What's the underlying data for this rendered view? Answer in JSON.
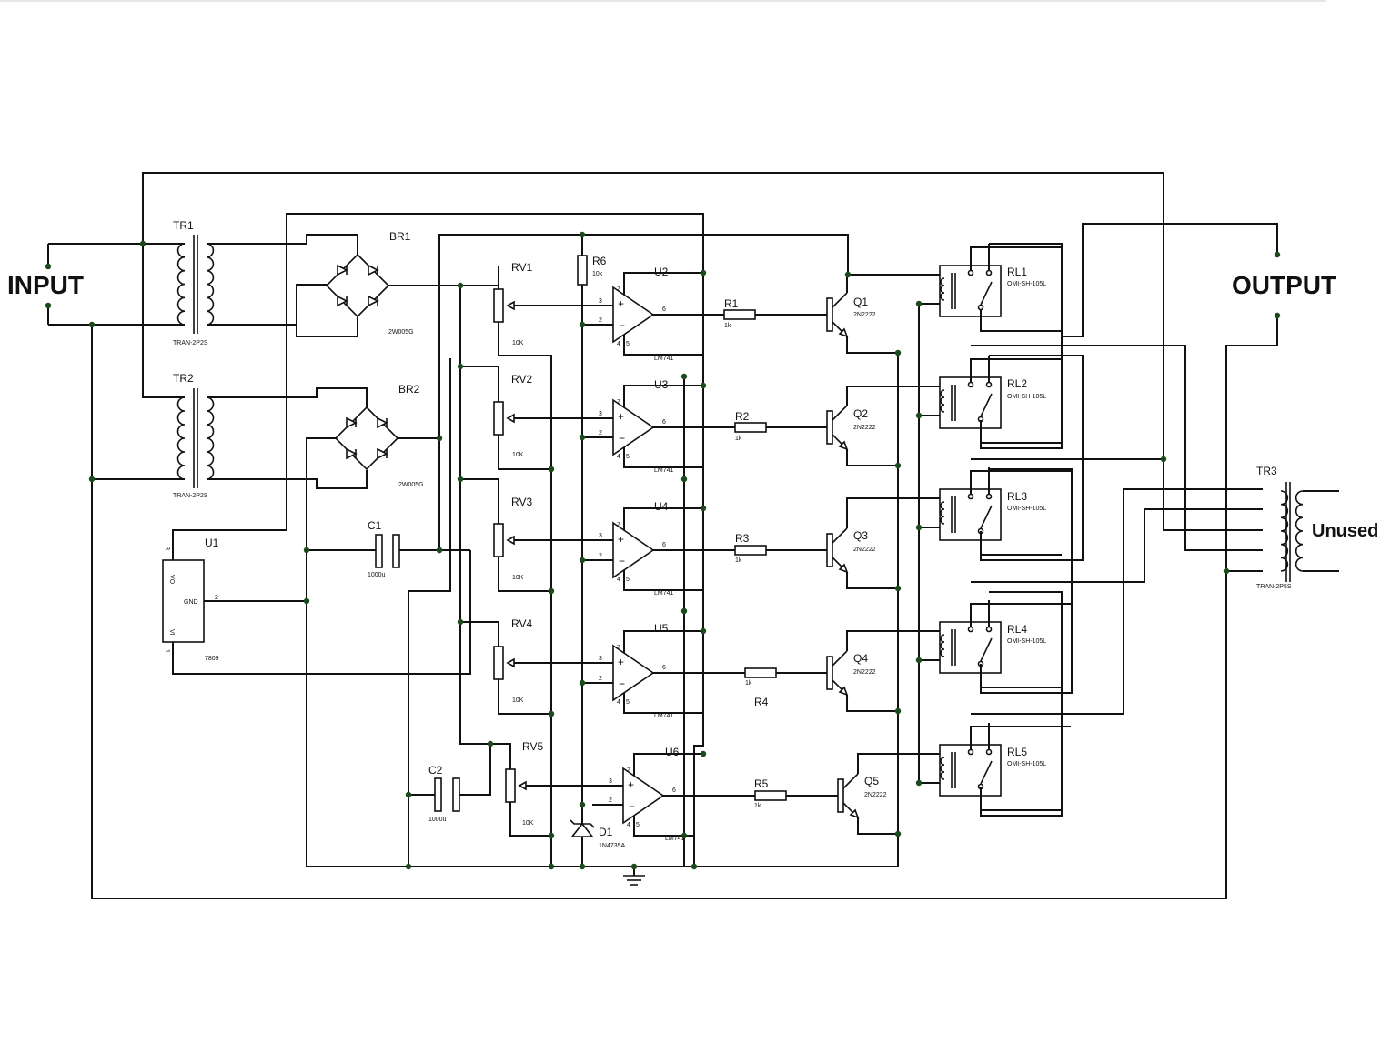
{
  "labels": {
    "input": "INPUT",
    "output": "OUTPUT",
    "unused": "Unused"
  },
  "transformers": [
    {
      "ref": "TR1",
      "value": "TRAN-2P2S"
    },
    {
      "ref": "TR2",
      "value": "TRAN-2P2S"
    },
    {
      "ref": "TR3",
      "value": "TRAN-2P5S"
    }
  ],
  "bridges": [
    {
      "ref": "BR1",
      "value": "2W005G"
    },
    {
      "ref": "BR2",
      "value": "2W005G"
    }
  ],
  "regulator": {
    "ref": "U1",
    "value": "7809",
    "pin_vo": "VO",
    "pin_gnd": "GND",
    "pin_vi": "VI",
    "pin3": "3",
    "pin2": "2",
    "pin1": "1"
  },
  "capacitors": [
    {
      "ref": "C1",
      "value": "1000u"
    },
    {
      "ref": "C2",
      "value": "1000u"
    }
  ],
  "potentiometers": [
    {
      "ref": "RV1",
      "value": "10K"
    },
    {
      "ref": "RV2",
      "value": "10K"
    },
    {
      "ref": "RV3",
      "value": "10K"
    },
    {
      "ref": "RV4",
      "value": "10K"
    },
    {
      "ref": "RV5",
      "value": "10K"
    }
  ],
  "r6": {
    "ref": "R6",
    "value": "10k"
  },
  "zener": {
    "ref": "D1",
    "value": "1N4735A"
  },
  "opamps": [
    {
      "ref": "U2",
      "value": "LM741"
    },
    {
      "ref": "U3",
      "value": "LM741"
    },
    {
      "ref": "U4",
      "value": "LM741"
    },
    {
      "ref": "U5",
      "value": "LM741"
    },
    {
      "ref": "U6",
      "value": "LM741"
    }
  ],
  "opamp_pins": {
    "p3": "3",
    "p2": "2",
    "p6": "6",
    "p7": "7",
    "p4": "4",
    "p5": "5"
  },
  "resistors": [
    {
      "ref": "R1",
      "value": "1k"
    },
    {
      "ref": "R2",
      "value": "1k"
    },
    {
      "ref": "R3",
      "value": "1k"
    },
    {
      "ref": "R4",
      "value": "1k"
    },
    {
      "ref": "R5",
      "value": "1k"
    }
  ],
  "transistors": [
    {
      "ref": "Q1",
      "value": "2N2222"
    },
    {
      "ref": "Q2",
      "value": "2N2222"
    },
    {
      "ref": "Q3",
      "value": "2N2222"
    },
    {
      "ref": "Q4",
      "value": "2N2222"
    },
    {
      "ref": "Q5",
      "value": "2N2222"
    }
  ],
  "relays": [
    {
      "ref": "RL1",
      "value": "OMI-SH-105L"
    },
    {
      "ref": "RL2",
      "value": "OMI-SH-105L"
    },
    {
      "ref": "RL3",
      "value": "OMI-SH-105L"
    },
    {
      "ref": "RL4",
      "value": "OMI-SH-105L"
    },
    {
      "ref": "RL5",
      "value": "OMI-SH-105L"
    }
  ]
}
